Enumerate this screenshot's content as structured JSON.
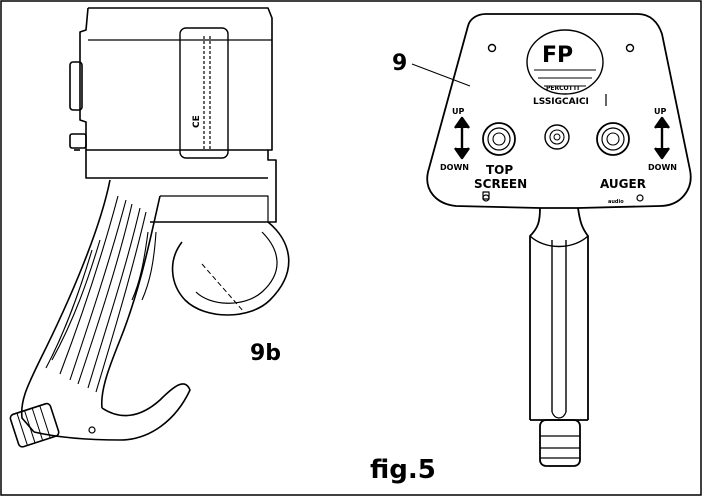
{
  "callouts": {
    "remote": "9",
    "handle": "9b"
  },
  "figure_caption": "fig.5",
  "panel": {
    "logo": "FP",
    "logo_ring": "PERCOTTI",
    "model_code": "LSSIGCAICI",
    "left_up": "UP",
    "left_down": "DOWN",
    "right_up": "UP",
    "right_down": "DOWN",
    "left_button_label": "TOP",
    "left_button_label2": "SCREEN",
    "right_button_label": "AUGER",
    "tiny_mark": "audio"
  },
  "side_label": "CE"
}
